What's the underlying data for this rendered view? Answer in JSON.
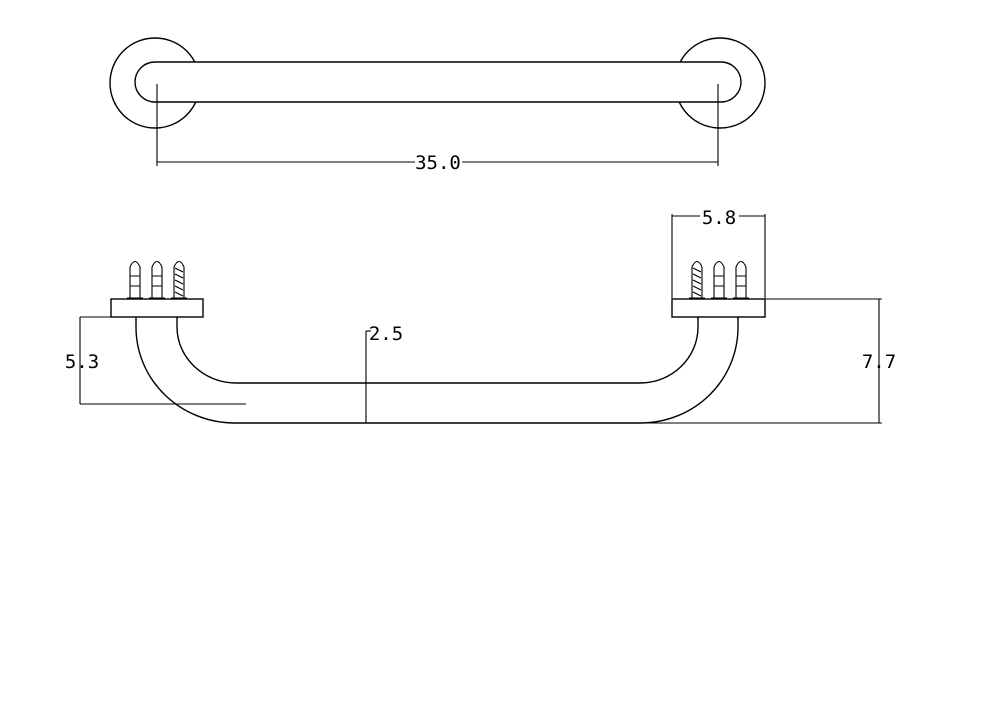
{
  "drawing": {
    "dimensions": {
      "overall_length": "35.0",
      "flange_width": "5.8",
      "tube_diameter": "2.5",
      "inner_depth": "5.3",
      "total_depth": "7.7"
    }
  }
}
